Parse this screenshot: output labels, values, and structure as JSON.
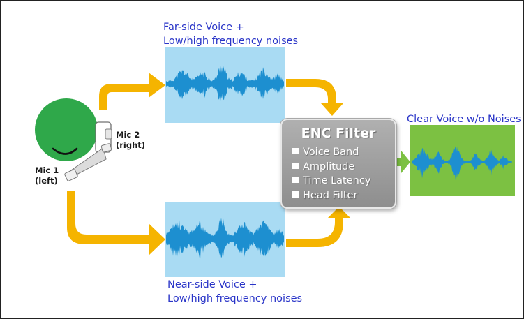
{
  "labels": {
    "far_side_line1": "Far-side Voice +",
    "far_side_line2": "Low/high frequency noises",
    "near_side_line1": "Near-side Voice +",
    "near_side_line2": "Low/high frequency noises",
    "clear_voice": "Clear Voice w/o Noises",
    "mic2_line1": "Mic 2",
    "mic2_line2": "(right)",
    "mic1_line1": "Mic 1",
    "mic1_line2": "(left)"
  },
  "enc_filter": {
    "title": "ENC Filter",
    "items": [
      "Voice Band",
      "Amplitude",
      "Time Latency",
      "Head Filter"
    ]
  },
  "colors": {
    "arrow": "#f5b400",
    "arrow_green": "#7cc142",
    "noisy_panel": "#a9dbf3",
    "clean_panel": "#7cc142",
    "wave": "#1d8fd0",
    "head": "#2fa84a",
    "label_text": "#2a35c8"
  },
  "icons": {
    "head": "head-icon",
    "headset": "headset-icon"
  }
}
